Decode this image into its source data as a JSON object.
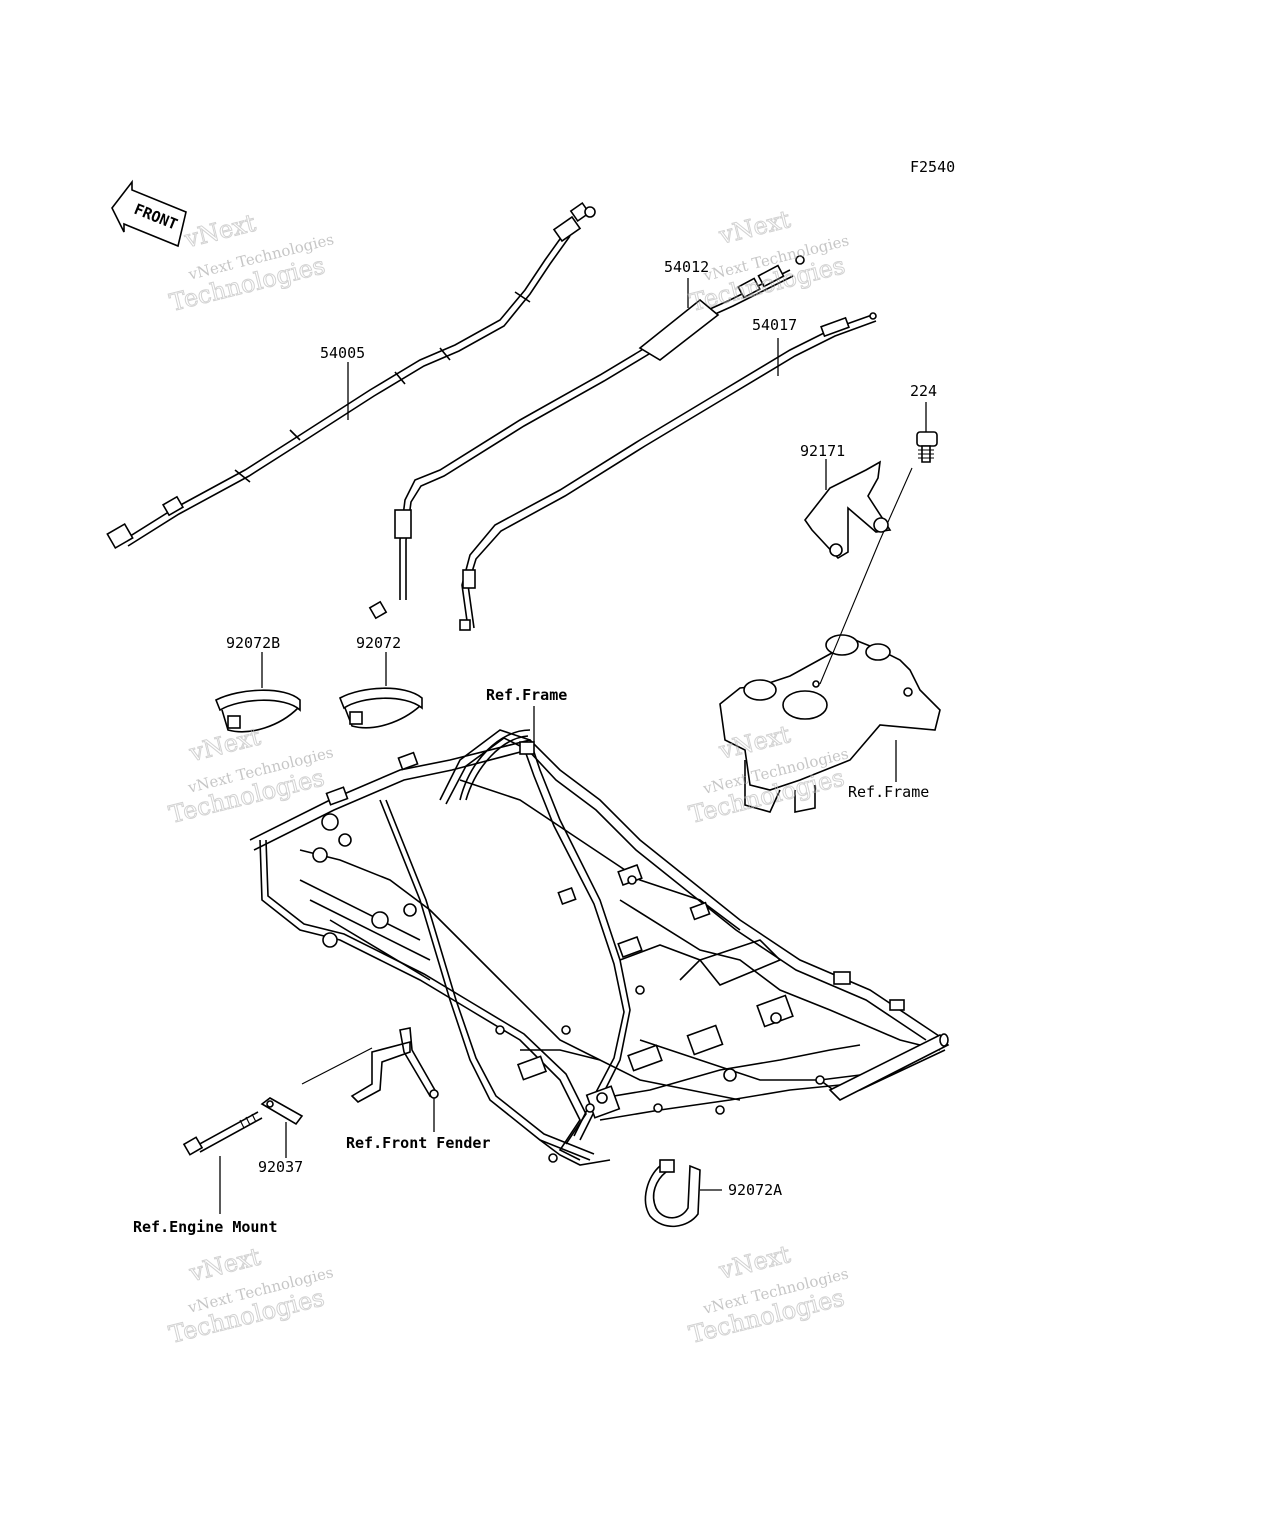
{
  "figure_code": "F2540",
  "front_arrow": "FRONT",
  "watermark": {
    "line1": "vNext Technologies",
    "word1": "vNext",
    "word2": "Technologies"
  },
  "parts": [
    {
      "id": "54005"
    },
    {
      "id": "54012"
    },
    {
      "id": "54017"
    },
    {
      "id": "224"
    },
    {
      "id": "92171"
    },
    {
      "id": "92072B"
    },
    {
      "id": "92072"
    },
    {
      "id": "92037"
    },
    {
      "id": "92072A"
    }
  ],
  "references": {
    "frame_top": "Ref.Frame",
    "frame_right": "Ref.Frame",
    "front_fender": "Ref.Front Fender",
    "engine_mount": "Ref.Engine Mount"
  }
}
